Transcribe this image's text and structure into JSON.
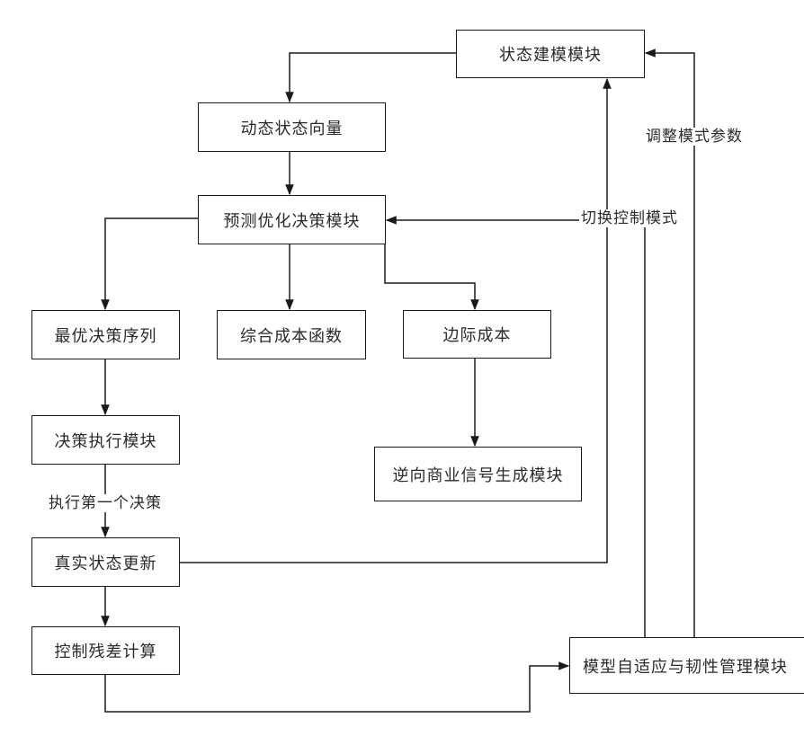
{
  "nodes": {
    "state_modeling": "状态建模模块",
    "dynamic_state_vector": "动态状态向量",
    "predictive_optimization": "预测优化决策模块",
    "optimal_decision_sequence": "最优决策序列",
    "composite_cost_function": "综合成本函数",
    "marginal_cost": "边际成本",
    "reverse_business_signal": "逆向商业信号生成模块",
    "decision_execution": "决策执行模块",
    "real_state_update": "真实状态更新",
    "control_residual": "控制残差计算",
    "adaptive_resilience": "模型自适应与韧性管理模块"
  },
  "edge_labels": {
    "execute_first_decision": "执行第一个决策",
    "switch_control_mode": "切换控制模式",
    "adjust_mode_parameters": "调整模式参数"
  },
  "colors": {
    "line": "#1a1a1a",
    "text": "#2a2a2a",
    "background": "#ffffff"
  }
}
